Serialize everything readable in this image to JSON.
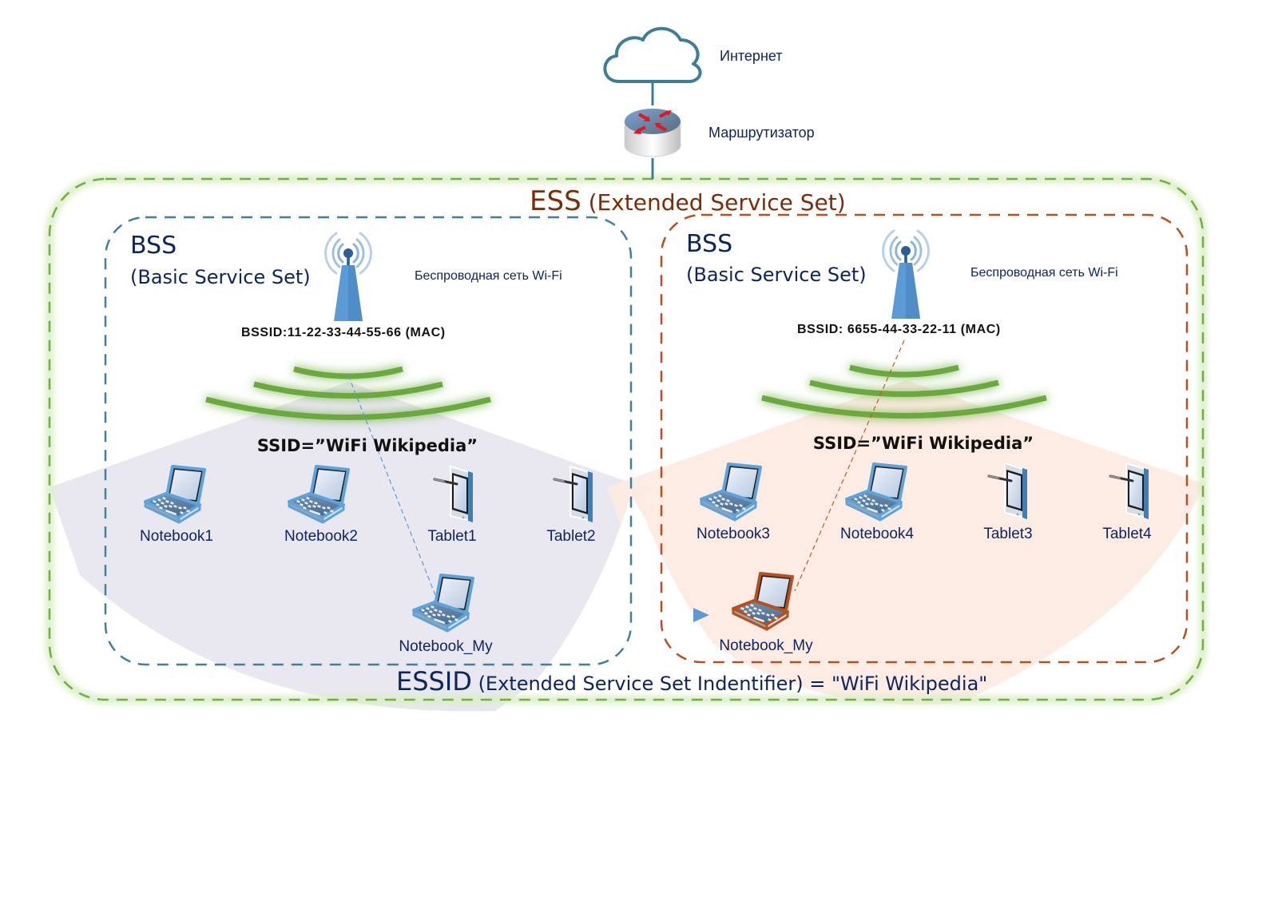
{
  "internet": {
    "label": "Интернет",
    "icon": "cloud-icon"
  },
  "router": {
    "label": "Маршрутизатор",
    "icon": "router-icon"
  },
  "ess": {
    "abbr": "ESS",
    "full": "(Extended Service Set)",
    "color": "#6fb03e",
    "text_color": "#7a2e08"
  },
  "essid": {
    "abbr": "ESSID",
    "full": "(Extended Service Set Indentifier) = \"WiFi Wikipedia\""
  },
  "bss": [
    {
      "title": "BSS",
      "subtitle": "(Basic Service Set)",
      "network_label": "Беспроводная сеть Wi-Fi",
      "bssid": "BSSID:11-22-33-44-55-66 (MAC)",
      "ssid": "SSID=”WiFi Wikipedia”",
      "border_color": "#3f7fa0",
      "coverage_color": "#e9e8f1",
      "devices": [
        {
          "type": "notebook",
          "label": "Notebook1"
        },
        {
          "type": "notebook",
          "label": "Notebook2"
        },
        {
          "type": "tablet",
          "label": "Tablet1"
        },
        {
          "type": "tablet",
          "label": "Tablet2"
        }
      ],
      "roaming_device": {
        "type": "notebook",
        "label": "Notebook_My",
        "highlight": "#5ba3dc"
      }
    },
    {
      "title": "BSS",
      "subtitle": "(Basic Service Set)",
      "network_label": "Беспроводная сеть Wi-Fi",
      "bssid": "BSSID: 6655-44-33-22-11 (MAC)",
      "ssid": "SSID=”WiFi Wikipedia”",
      "border_color": "#b7501a",
      "coverage_color": "#fcebe1",
      "devices": [
        {
          "type": "notebook",
          "label": "Notebook3"
        },
        {
          "type": "notebook",
          "label": "Notebook4"
        },
        {
          "type": "tablet",
          "label": "Tablet3"
        },
        {
          "type": "tablet",
          "label": "Tablet4"
        }
      ],
      "roaming_device": {
        "type": "notebook",
        "label": "Notebook_My",
        "highlight": "#b7501a"
      }
    }
  ],
  "roaming_arrow": {
    "from": "Notebook_My (BSS 1)",
    "to": "Notebook_My (BSS 2)"
  }
}
